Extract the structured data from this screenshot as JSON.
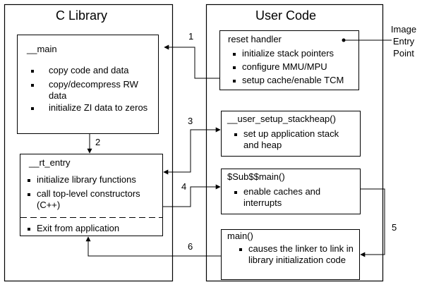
{
  "c_library": {
    "title": "C Library",
    "main_box": {
      "title": "__main",
      "items": [
        "copy code and data",
        "copy/decompress RW data",
        "initialize ZI data to zeros"
      ]
    },
    "rt_entry_box": {
      "title": "__rt_entry",
      "items": [
        "initialize library functions",
        "call top-level constructors (C++)"
      ],
      "exit_item": "Exit from application"
    }
  },
  "user_code": {
    "title": "User Code",
    "reset_box": {
      "title": "reset handler",
      "items": [
        "initialize stack pointers",
        "configure MMU/MPU",
        "setup cache/enable TCM"
      ]
    },
    "stackheap_box": {
      "title": "__user_setup_stackheap()",
      "items": [
        "set up application stack and heap"
      ]
    },
    "sub_main_box": {
      "title": "$Sub$$main()",
      "items": [
        "enable caches and interrupts"
      ]
    },
    "main_box": {
      "title": "main()",
      "items": [
        "causes the linker to link in library initialization code"
      ]
    }
  },
  "entry_label": "Image Entry Point",
  "step_numbers": [
    "1",
    "2",
    "3",
    "4",
    "5",
    "6"
  ]
}
